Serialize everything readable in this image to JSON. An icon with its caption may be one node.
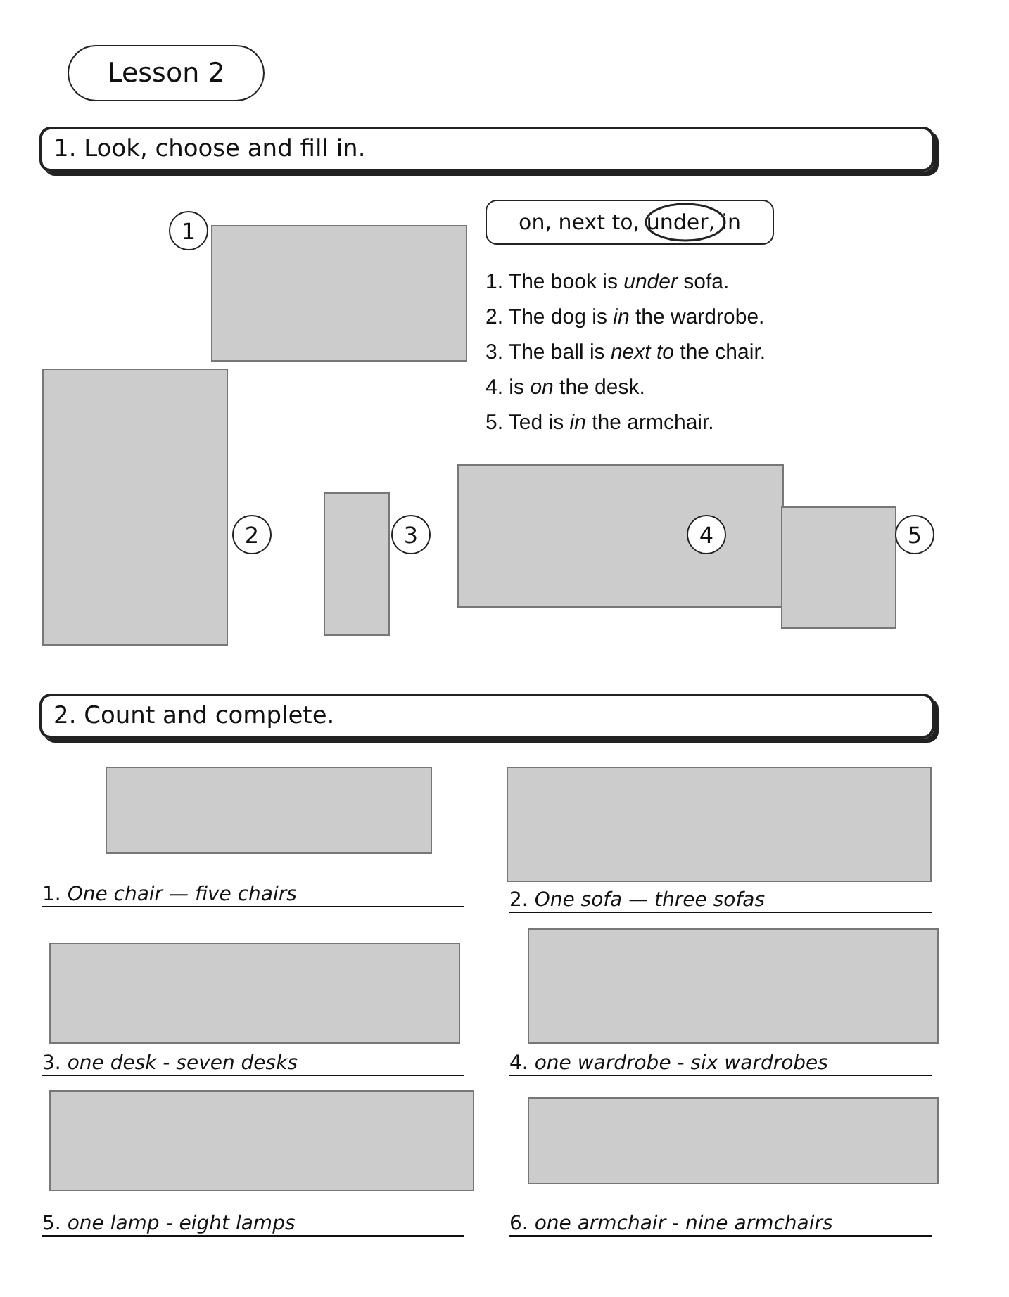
{
  "diagram": {
    "nodes": [
      {
        "text": [
          "Lesson 2"
        ]
      },
      {
        "text": [
          "1. Look, choose and fill in."
        ]
      },
      {
        "text": [
          "on, next to, under, in"
        ]
      },
      {
        "text": [
          "1"
        ]
      },
      {
        "text": [
          "2"
        ]
      },
      {
        "text": [
          "3"
        ]
      },
      {
        "text": [
          "4"
        ]
      },
      {
        "text": [
          "5"
        ]
      },
      {
        "text": [
          "2. Count and complete."
        ]
      }
    ],
    "labels": [
      "1. The book is *under* sofa.",
      "2. The dog is *in* the wardrobe.",
      "3. The ball is *next to* the chair.",
      "4. is *on* the desk.",
      "5. Ted is *in* the armchair.",
      "1. *One chair — five chairs*",
      "2. *One sofa — three sofas*",
      "3. *one desk - seven desks*",
      "4. *one wardrobe - six wardrobes*",
      "5. *one lamp - eight lamps*",
      "6. *one armchair - nine armchairs*"
    ]
  }
}
